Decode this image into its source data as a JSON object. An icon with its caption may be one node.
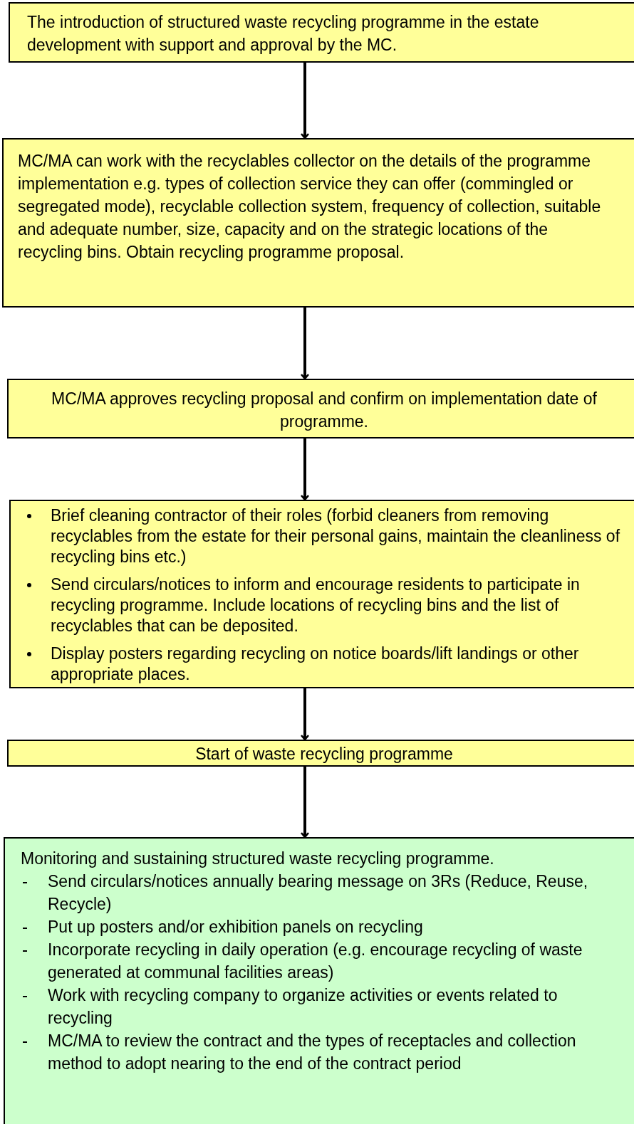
{
  "diagram": {
    "nodes": [
      {
        "text": [
          "The introduction of structured waste recycling programme in the estate development with support and approval by the MC."
        ]
      },
      {
        "text": [
          "MC/MA can work with the recyclables collector on the details of the programme implementation e.g. types of collection service they can offer (commingled or segregated mode), recyclable collection system, frequency of collection, suitable and adequate number, size, capacity and on the strategic locations of the recycling bins. Obtain recycling programme proposal."
        ]
      },
      {
        "text": [
          "MC/MA approves recycling proposal and confirm on implementation date of programme."
        ]
      },
      {
        "text": [
          "Brief cleaning contractor of their roles (forbid cleaners from removing recyclables from the estate  for their personal gains, maintain the cleanliness of recycling bins etc.)",
          "Send circulars/notices to inform and encourage residents to participate in recycling programme. Include locations of recycling bins and the list of recyclables that can be deposited.",
          "Display posters regarding recycling on notice boards/lift landings or other appropriate places."
        ]
      },
      {
        "text": [
          "Start of waste recycling programme"
        ]
      },
      {
        "text": [
          "Monitoring and sustaining structured waste recycling programme.",
          "Send circulars/notices annually bearing message on 3Rs (Reduce, Reuse, Recycle)",
          "Put up posters and/or exhibition panels on recycling",
          "Incorporate recycling in daily operation (e.g. encourage recycling of waste generated at communal facilities areas)",
          "Work with recycling company to organize activities or events related to recycling",
          "MC/MA to review the contract and the types of receptacles and collection method to adopt nearing to the end of the contract period"
        ]
      }
    ],
    "edges": [
      {
        "from": 0,
        "to": 1,
        "arrow": "to"
      },
      {
        "from": 1,
        "to": 2,
        "arrow": "to"
      },
      {
        "from": 2,
        "to": 3,
        "arrow": "to"
      },
      {
        "from": 3,
        "to": 4,
        "arrow": "to"
      },
      {
        "from": 4,
        "to": 5,
        "arrow": "to"
      }
    ]
  }
}
